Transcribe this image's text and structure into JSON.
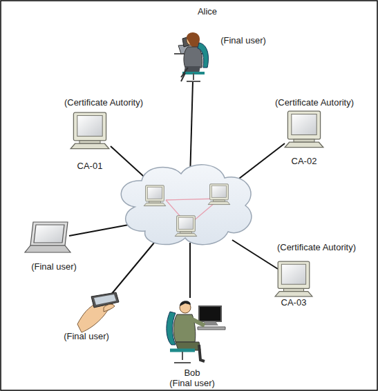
{
  "diagram": {
    "nodes": [
      {
        "text": [
          "Alice",
          "(Final user)"
        ]
      },
      {
        "text": [
          "(Certificate Autority)",
          "CA-01"
        ]
      },
      {
        "text": [
          "(Certificate Autority)",
          "CA-02"
        ]
      },
      {
        "text": [
          "(Final user)"
        ]
      },
      {
        "text": [
          "(Final user)"
        ]
      },
      {
        "text": [
          "Bob",
          "(Final user)"
        ]
      },
      {
        "text": [
          "(Certificate Autority)",
          "CA-03"
        ]
      }
    ]
  }
}
